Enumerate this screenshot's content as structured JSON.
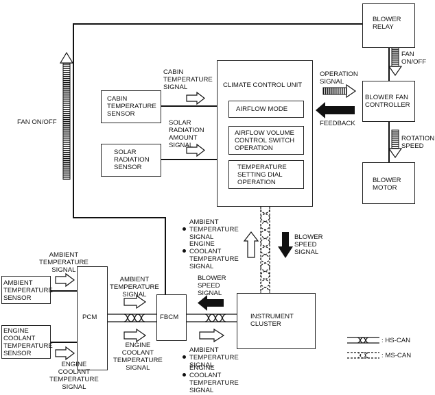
{
  "blocks": {
    "blower_relay": "BLOWER\nRELAY",
    "climate_control_unit": "CLIMATE CONTROL UNIT",
    "airflow_mode": "AIRFLOW MODE",
    "airflow_volume_switch": "AIRFLOW VOLUME\nCONTROL SWITCH\nOPERATION",
    "temperature_dial": "TEMPERATURE\nSETTING DIAL\nOPERATION",
    "blower_fan_controller": "BLOWER FAN\nCONTROLLER",
    "blower_motor": "BLOWER\nMOTOR",
    "cabin_temp_sensor": "CABIN\nTEMPERATURE\nSENSOR",
    "solar_radiation_sensor": "SOLAR\nRADIATION\nSENSOR",
    "ambient_temp_sensor": "AMBIENT\nTEMPERATURE\nSENSOR",
    "engine_coolant_temp_sensor": "ENGINE\nCOOLANT\nTEMPERATURE\nSENSOR",
    "pcm": "PCM",
    "fbcm": "FBCM",
    "instrument_cluster": "INSTRUMENT\nCLUSTER"
  },
  "signals": {
    "fan_on_off_left": "FAN ON/OFF",
    "fan_on_off_right": "FAN\nON/OFF",
    "cabin_temperature_signal": "CABIN\nTEMPERATURE\nSIGNAL",
    "solar_radiation_amount_signal": "SOLAR\nRADIATION\nAMOUNT\nSIGNAL",
    "operation_signal": "OPERATION\nSIGNAL",
    "feedback": "FEEDBACK",
    "rotation_speed": "ROTATION\nSPEED",
    "ambient_temperature_signal_cc": "AMBIENT\nTEMPERATURE\nSIGNAL",
    "engine_coolant_temperature_signal_cc": "ENGINE COOLANT\nTEMPERATURE\nSIGNAL",
    "blower_speed_signal_up": "BLOWER\nSPEED\nSIGNAL",
    "ambient_temperature_signal_pcm_in": "AMBIENT\nTEMPERATURE\nSIGNAL",
    "engine_coolant_temperature_signal_pcm_in": "ENGINE\nCOOLANT\nTEMPERATURE\nSIGNAL",
    "ambient_temperature_signal_pcm_out": "AMBIENT\nTEMPERATURE\nSIGNAL",
    "engine_coolant_temperature_signal_pcm_out": "ENGINE\nCOOLANT\nTEMPERATURE\nSIGNAL",
    "blower_speed_signal_low": "BLOWER\nSPEED\nSIGNAL",
    "ambient_temperature_signal_bottom": "AMBIENT\nTEMPERATURE SIGNAL",
    "engine_coolant_temperature_signal_bottom": "ENGINE COOLANT\nTEMPERATURE SIGNAL"
  },
  "legend": {
    "hs_can": ": HS-CAN",
    "ms_can": ": MS-CAN"
  },
  "colors": {
    "line": "#111111",
    "arrow_fill": "#111111",
    "arrow_outline": "#111111"
  }
}
